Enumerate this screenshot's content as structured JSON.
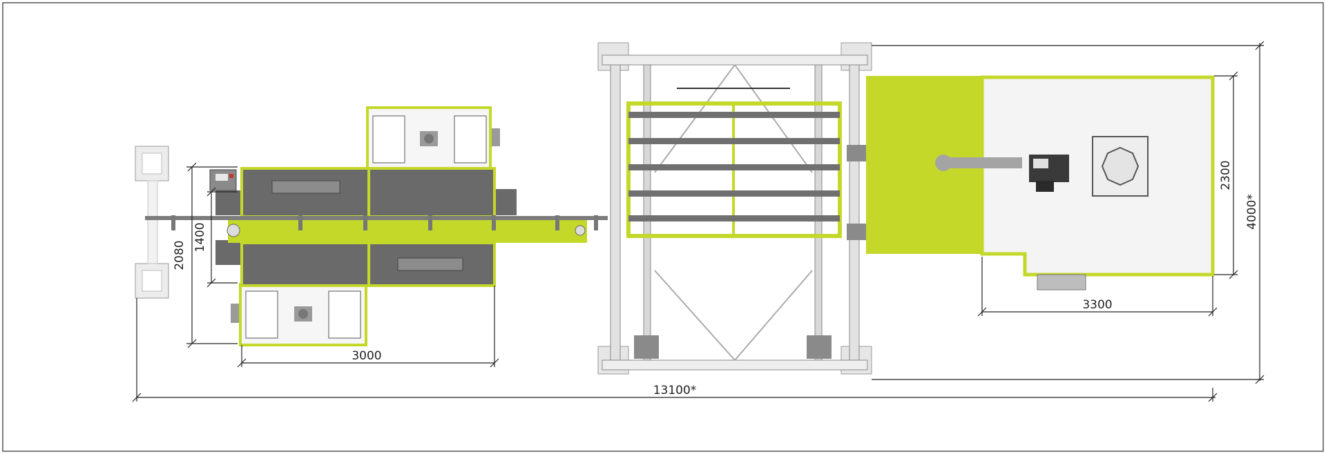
{
  "dimensions": {
    "furnace_width_inner": "1400",
    "furnace_width_total": "2080",
    "furnace_length": "3000",
    "overall_length": "13100*",
    "cabin_length": "3300",
    "cabin_width": "2300",
    "overall_width": "4000*"
  },
  "colors": {
    "accent_lime": "#c4d82a",
    "accent_lime_light": "#d2e23a",
    "panel_gray": "#6a6a6a",
    "frame_gray": "#9aa0a4",
    "line_dark": "#222222",
    "border": "#555555",
    "white_area": "#f4f4f4"
  }
}
